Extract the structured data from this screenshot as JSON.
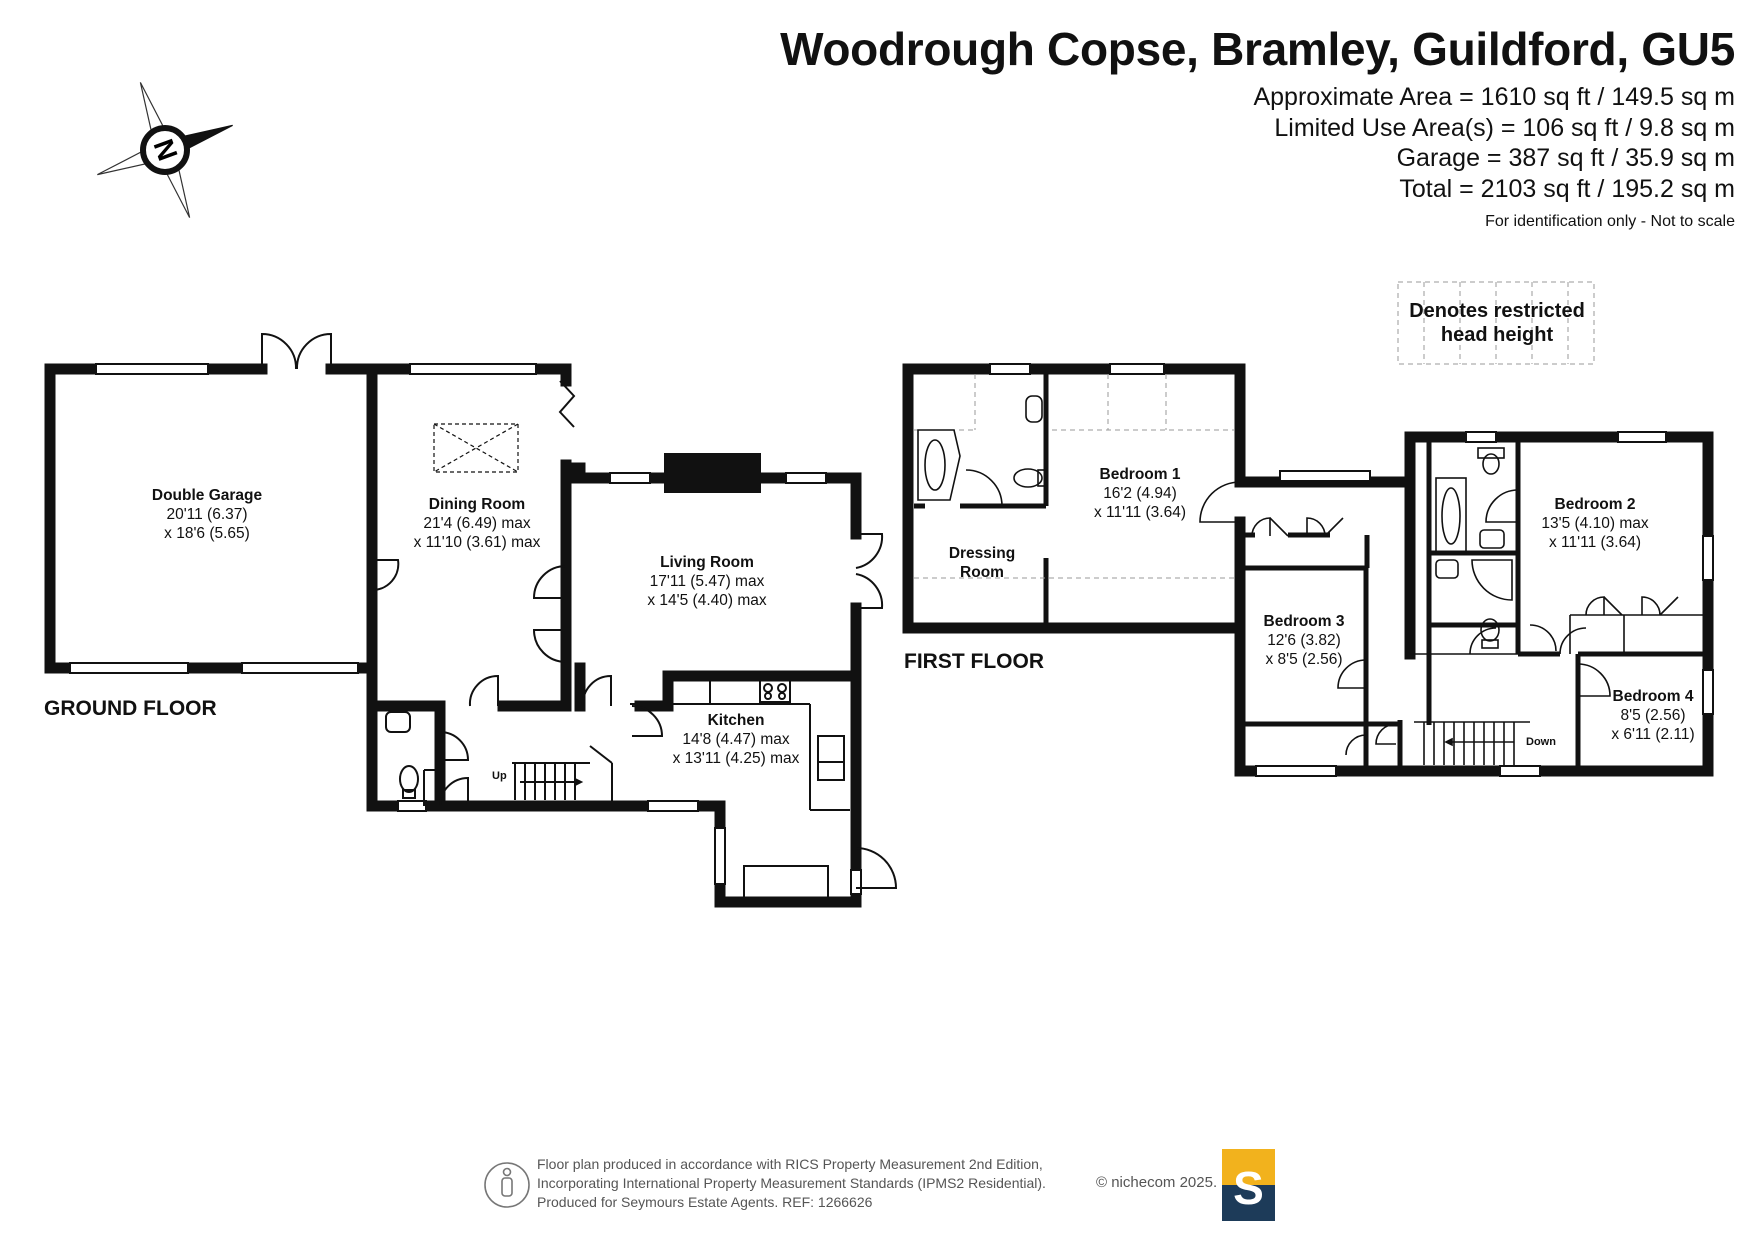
{
  "header": {
    "title": "Woodrough Copse, Bramley, Guildford, GU5",
    "areas": [
      "Approximate Area = 1610 sq ft / 149.5 sq m",
      "Limited Use Area(s) = 106 sq ft / 9.8 sq m",
      "Garage = 387 sq ft / 35.9 sq m",
      "Total = 2103 sq ft / 195.2 sq m"
    ],
    "disclaimer": "For identification only - Not to scale"
  },
  "compass": {
    "letter": "N",
    "icon": "compass-rose-icon"
  },
  "legend": {
    "line1": "Denotes restricted",
    "line2": "head height"
  },
  "ground_floor": {
    "label": "GROUND FLOOR",
    "rooms": [
      {
        "id": "double-garage",
        "name": "Double Garage",
        "dim1": "20'11 (6.37)",
        "dim2": "x 18'6 (5.65)"
      },
      {
        "id": "dining-room",
        "name": "Dining Room",
        "dim1": "21'4 (6.49) max",
        "dim2": "x 11'10 (3.61) max"
      },
      {
        "id": "living-room",
        "name": "Living Room",
        "dim1": "17'11 (5.47) max",
        "dim2": "x 14'5 (4.40) max"
      },
      {
        "id": "kitchen",
        "name": "Kitchen",
        "dim1": "14'8 (4.47) max",
        "dim2": "x 13'11 (4.25) max"
      }
    ],
    "stairs_label": "Up"
  },
  "first_floor": {
    "label": "FIRST FLOOR",
    "rooms": [
      {
        "id": "bedroom-1",
        "name": "Bedroom 1",
        "dim1": "16'2 (4.94)",
        "dim2": "x 11'11 (3.64)"
      },
      {
        "id": "dressing-room",
        "name": "Dressing",
        "name2": "Room"
      },
      {
        "id": "bedroom-2",
        "name": "Bedroom 2",
        "dim1": "13'5 (4.10) max",
        "dim2": "x 11'11 (3.64)"
      },
      {
        "id": "bedroom-3",
        "name": "Bedroom 3",
        "dim1": "12'6 (3.82)",
        "dim2": "x 8'5 (2.56)"
      },
      {
        "id": "bedroom-4",
        "name": "Bedroom 4",
        "dim1": "8'5 (2.56)",
        "dim2": "x 6'11 (2.11)"
      }
    ],
    "stairs_label": "Down"
  },
  "footer": {
    "lines": [
      "Floor plan produced in accordance with RICS Property Measurement 2nd Edition,",
      "Incorporating International Property Measurement Standards (IPMS2 Residential).",
      "Produced for Seymours Estate Agents.   REF: 1266626"
    ],
    "credit": "© nichecom 2025.",
    "logo_letter": "S",
    "colors": {
      "logo_top": "#f2b21d",
      "logo_bottom": "#1d3b59",
      "wall": "#111111"
    }
  }
}
